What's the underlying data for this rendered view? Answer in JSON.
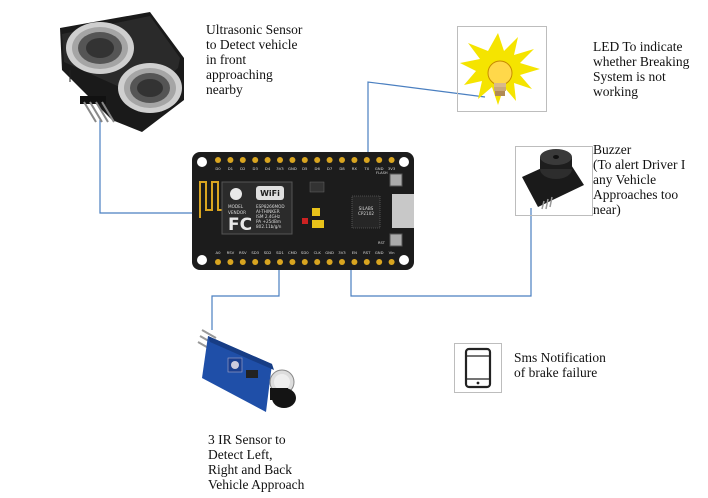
{
  "labels": {
    "ultrasonic": "Ultrasonic Sensor\nto Detect vehicle\nin front\napproaching\nnearby",
    "led": "LED To indicate\nwhether Breaking\nSystem is not\nworking",
    "buzzer": "Buzzer\n(To alert Driver I\nany Vehicle\nApproaches too\nnear)",
    "sms": "Sms Notification\nof brake failure",
    "ir": "3 IR Sensor to\nDetect Left,\nRight and Back\nVehicle Approach"
  },
  "board": {
    "chip_module": "ESP8266MOD",
    "vendor": "AI-THINKER",
    "ism": "ISM 2.4GHz",
    "pa": "PA +25dBm",
    "wifi_std": "802.11b/g/n",
    "model_label": "MODEL",
    "vendor_label": "VENDOR",
    "usb_chip": "SILABS\nCP2102",
    "wifi_logo": "WiFi",
    "fc_logo": "FC",
    "flash": "FLASH",
    "rst": "RST",
    "top_pins": [
      "D0",
      "D1",
      "D2",
      "D3",
      "D4",
      "3V3",
      "GND",
      "D5",
      "D6",
      "D7",
      "D8",
      "RX",
      "TX",
      "GND",
      "3V3"
    ],
    "bottom_pins": [
      "A0",
      "RSV",
      "RSV",
      "SD3",
      "SD2",
      "SD1",
      "CMD",
      "SD0",
      "CLK",
      "GND",
      "3V3",
      "EN",
      "RST",
      "GND",
      "Vin"
    ]
  },
  "colors": {
    "wire": "#4a7fc0",
    "board": "#1c1c1c",
    "header": "#d9a520",
    "sensor_blue": "#1f4fa8"
  },
  "icons": {
    "led": "lightbulb-icon",
    "sms": "smartphone-icon"
  }
}
